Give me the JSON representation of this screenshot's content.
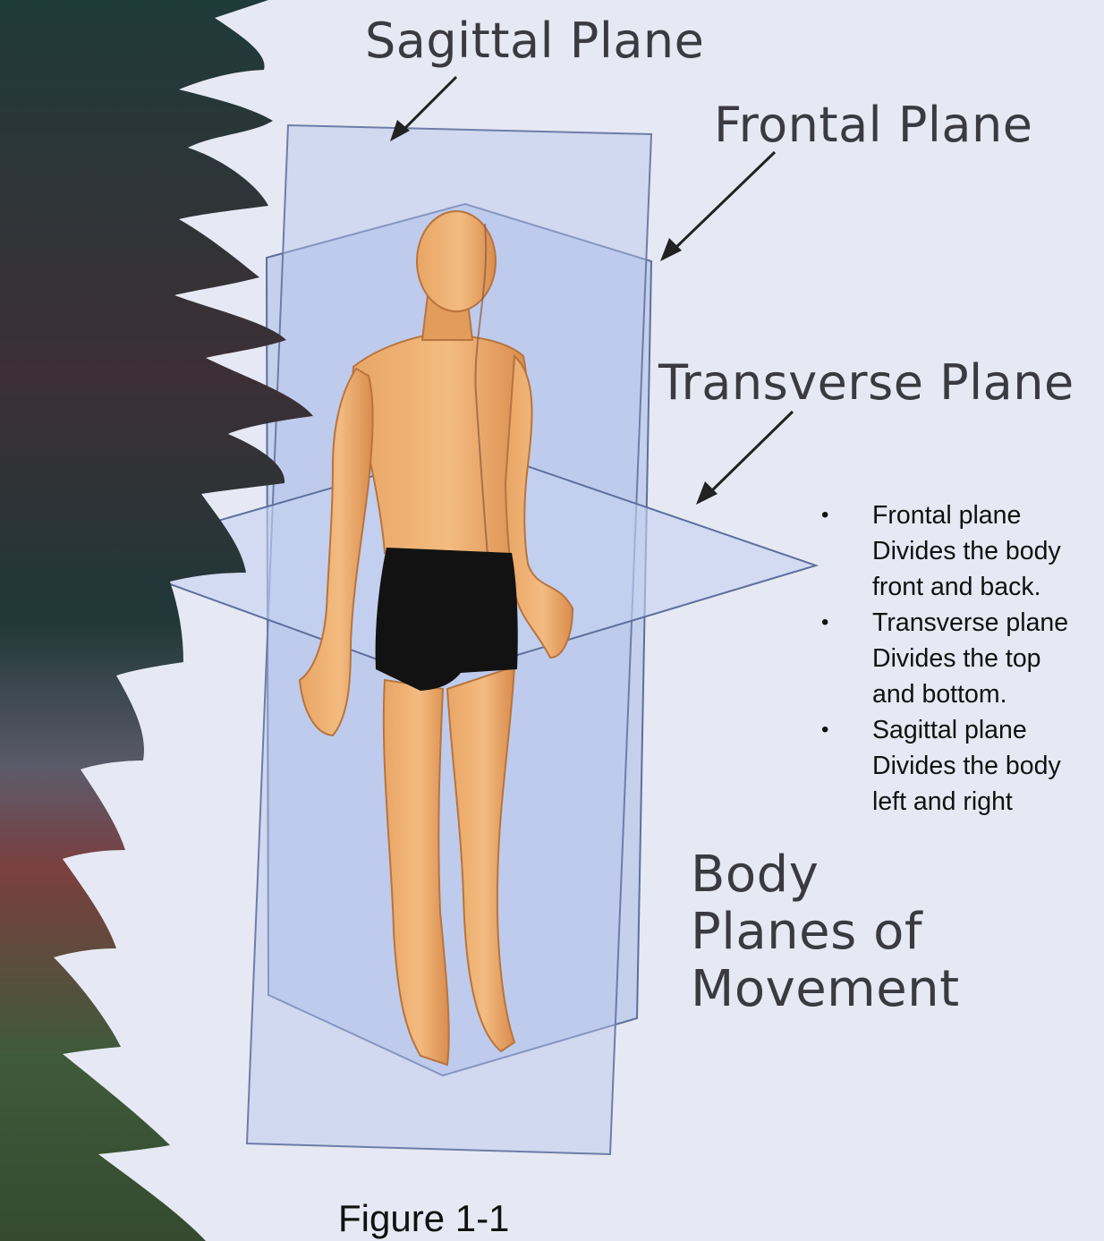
{
  "labels": {
    "sagittal": "Sagittal Plane",
    "frontal": "Frontal Plane",
    "transverse": "Transverse Plane"
  },
  "notes": [
    {
      "bullet": "•",
      "title": "Frontal plane",
      "line1": "Divides the body",
      "line2": "front and back."
    },
    {
      "bullet": "•",
      "title": "Transverse plane",
      "line1": "Divides the top",
      "line2": "and bottom."
    },
    {
      "bullet": "•",
      "title": "Sagittal plane",
      "line1": "Divides the body",
      "line2": "left and right"
    }
  ],
  "title": {
    "line1": "Body",
    "line2": "Planes of",
    "line3": "Movement"
  },
  "caption": "Figure 1-1",
  "colors": {
    "background": "#e6e9f3",
    "plane_fill": "#a9bbe6",
    "plane_edge": "#5d6f9c",
    "skin": "#e8a56a",
    "shorts": "#121212",
    "text": "#3a3a40"
  }
}
